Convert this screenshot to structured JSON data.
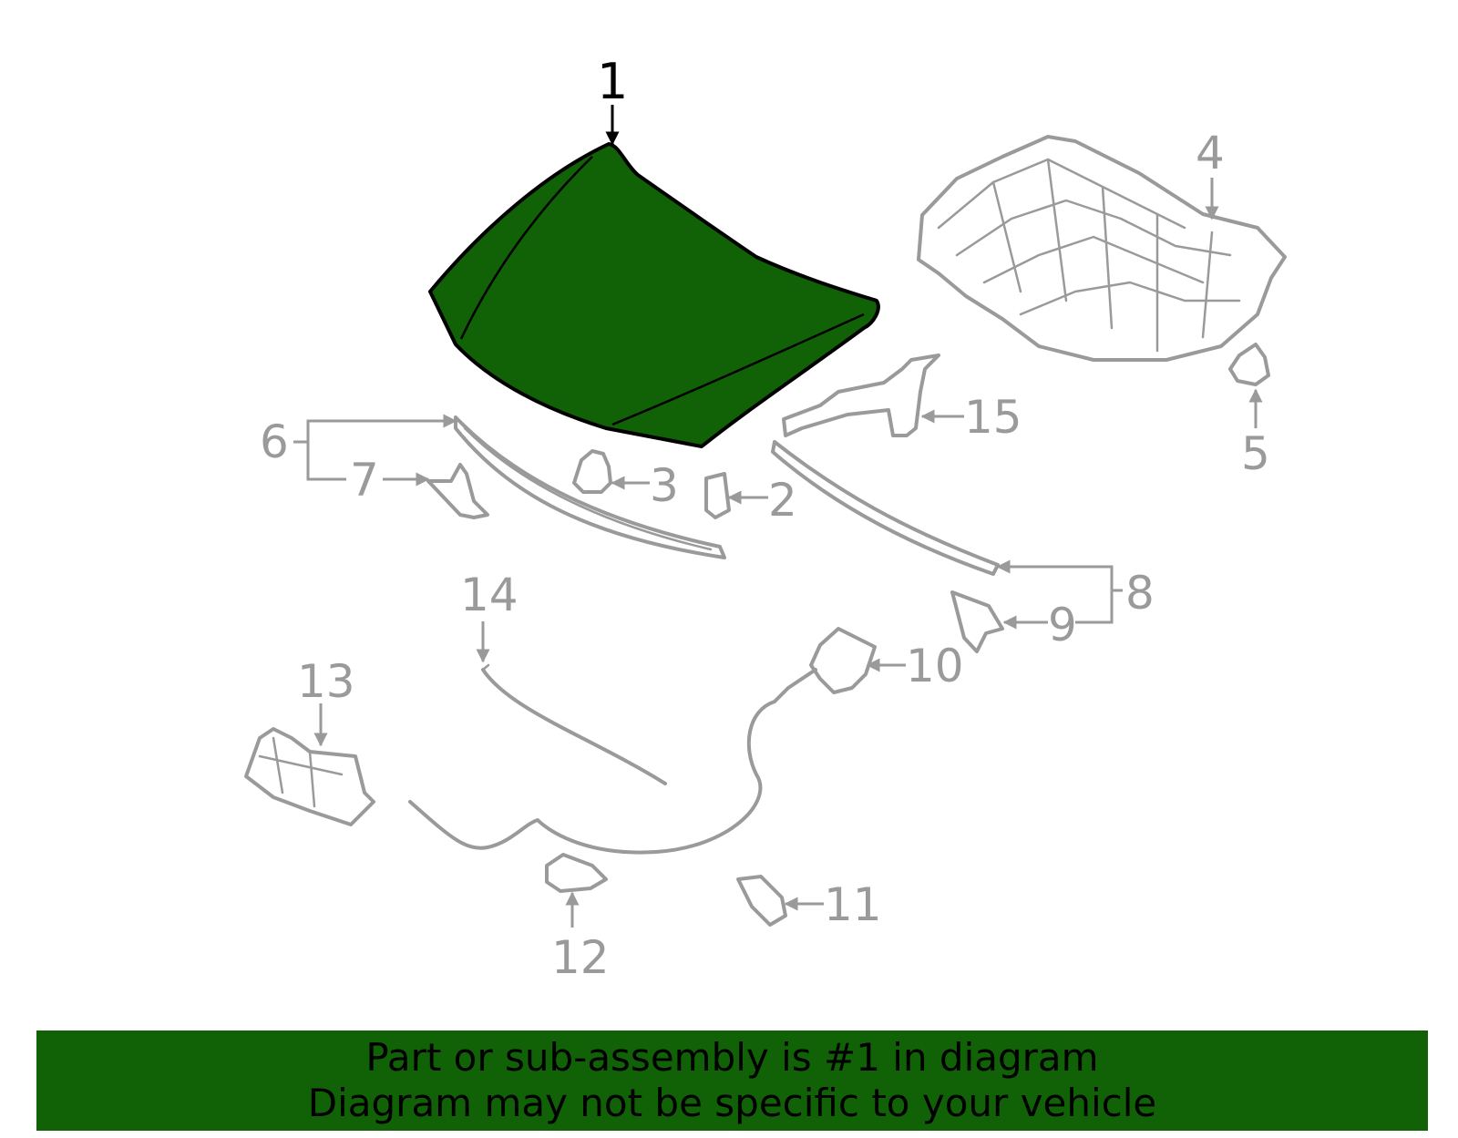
{
  "diagram": {
    "highlight_color": "#116107",
    "part_color": "#9a9a9a",
    "callouts": {
      "c1": "1",
      "c2": "2",
      "c3": "3",
      "c4": "4",
      "c5": "5",
      "c6": "6",
      "c7": "7",
      "c8": "8",
      "c9": "9",
      "c10": "10",
      "c11": "11",
      "c12": "12",
      "c13": "13",
      "c14": "14",
      "c15": "15"
    }
  },
  "banner": {
    "line1": "Part or sub-assembly is #1 in diagram",
    "line2": "Diagram may not be specific to your vehicle"
  }
}
